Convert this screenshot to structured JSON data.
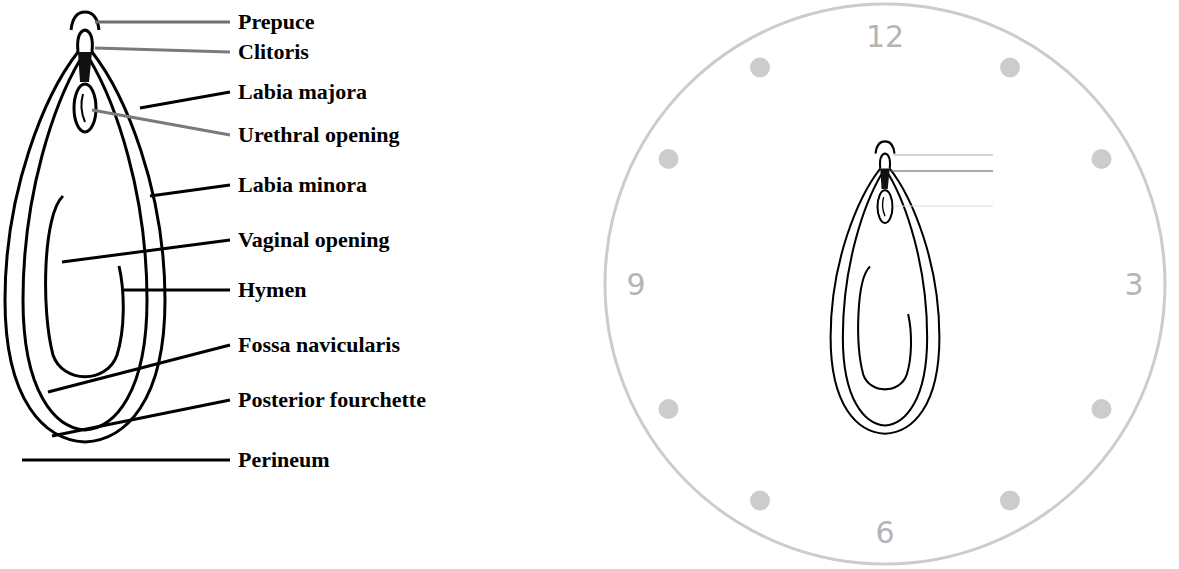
{
  "diagram": {
    "labels": [
      "Prepuce",
      "Clitoris",
      "Labia majora",
      "Urethral opening",
      "Labia minora",
      "Vaginal opening",
      "Hymen",
      "Fossa navicularis",
      "Posterior fourchette",
      "Perineum",
      "12",
      "9",
      "3",
      "6"
    ]
  }
}
